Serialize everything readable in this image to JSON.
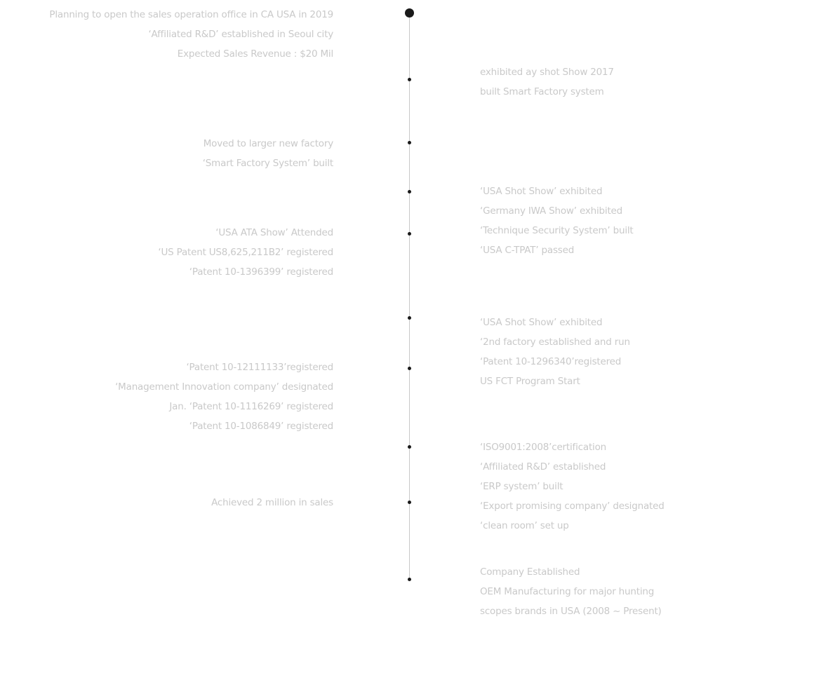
{
  "timeline": {
    "line_color": "#c8c8c8",
    "dot_color": "#1a1a1a",
    "text_color": "#c9c9c9",
    "entries": [
      {
        "side": "left",
        "items": [
          "Planning to open the sales operation office in CA USA in 2019",
          "‘Affiliated R&D’ established in Seoul city",
          "Expected Sales Revenue : $20 Mil"
        ]
      },
      {
        "side": "right",
        "items": [
          "exhibited ay shot Show 2017",
          "built Smart Factory system"
        ]
      },
      {
        "side": "left",
        "items": [
          "Moved to larger new factory",
          "‘Smart Factory System’ built"
        ]
      },
      {
        "side": "right",
        "items": [
          "‘USA Shot Show’ exhibited",
          "‘Germany IWA Show’ exhibited",
          "‘Technique Security System’ built",
          "‘USA C-TPAT’ passed"
        ]
      },
      {
        "side": "left",
        "items": [
          "‘USA ATA Show’ Attended",
          "‘US Patent US8,625,211B2’ registered",
          "‘Patent 10-1396399’ registered"
        ]
      },
      {
        "side": "right",
        "items": [
          "‘USA Shot Show’ exhibited",
          "‘2nd factory established and run",
          "‘Patent 10-1296340’registered",
          "US FCT Program Start"
        ]
      },
      {
        "side": "left",
        "items": [
          "‘Patent 10-12111133’registered",
          "‘Management Innovation company’ designated",
          "Jan. ‘Patent 10-1116269’ registered",
          "‘Patent 10-1086849’ registered"
        ]
      },
      {
        "side": "right",
        "items": [
          "‘ISO9001:2008’certification",
          "‘Affiliated R&D’ established",
          "‘ERP system’ built",
          "‘Export promising company’ designated",
          "‘clean room’ set up"
        ]
      },
      {
        "side": "left",
        "items": [
          "Achieved 2 million in sales"
        ]
      },
      {
        "side": "right",
        "items": [
          "Company Established",
          "OEM Manufacturing for major hunting",
          "scopes brands in USA (2008 ~ Present)"
        ]
      }
    ]
  }
}
